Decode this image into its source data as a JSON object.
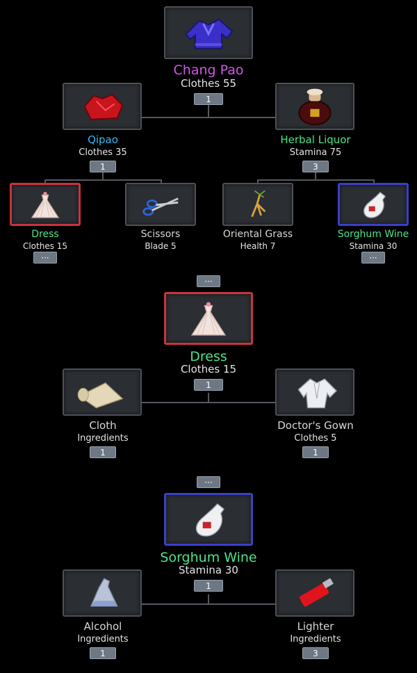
{
  "colors": {
    "legendary": "#d257e8",
    "rare": "#38b7f2",
    "uncommon": "#4ee38a",
    "common": "#d8d8d8",
    "badge": "#6e7784"
  },
  "tree1": {
    "root": {
      "name": "Chang Pao",
      "stat": "Clothes 55",
      "count": "1",
      "icon": "robe-icon"
    },
    "left": {
      "name": "Qipao",
      "stat": "Clothes 35",
      "count": "1",
      "icon": "qipao-icon"
    },
    "right": {
      "name": "Herbal Liquor",
      "stat": "Stamina 75",
      "count": "3",
      "icon": "liquor-jar-icon"
    },
    "leaves": [
      {
        "name": "Dress",
        "stat": "Clothes 15",
        "more": "···",
        "icon": "dress-icon"
      },
      {
        "name": "Scissors",
        "stat": "Blade 5",
        "icon": "scissors-icon"
      },
      {
        "name": "Oriental Grass",
        "stat": "Health 7",
        "icon": "ginseng-icon"
      },
      {
        "name": "Sorghum Wine",
        "stat": "Stamina 30",
        "more": "···",
        "icon": "wine-bottle-icon"
      }
    ],
    "more": "···"
  },
  "tree2": {
    "root": {
      "name": "Dress",
      "stat": "Clothes 15",
      "count": "1",
      "icon": "dress-icon"
    },
    "left": {
      "name": "Cloth",
      "stat": "Ingredients",
      "count": "1",
      "icon": "cloth-roll-icon"
    },
    "right": {
      "name": "Doctor's Gown",
      "stat": "Clothes 5",
      "count": "1",
      "icon": "gown-icon"
    },
    "more": "···"
  },
  "tree3": {
    "root": {
      "name": "Sorghum Wine",
      "stat": "Stamina 30",
      "count": "1",
      "icon": "wine-bottle-icon"
    },
    "left": {
      "name": "Alcohol",
      "stat": "Ingredients",
      "count": "1",
      "icon": "flask-icon"
    },
    "right": {
      "name": "Lighter",
      "stat": "Ingredients",
      "count": "3",
      "icon": "lighter-icon"
    }
  }
}
